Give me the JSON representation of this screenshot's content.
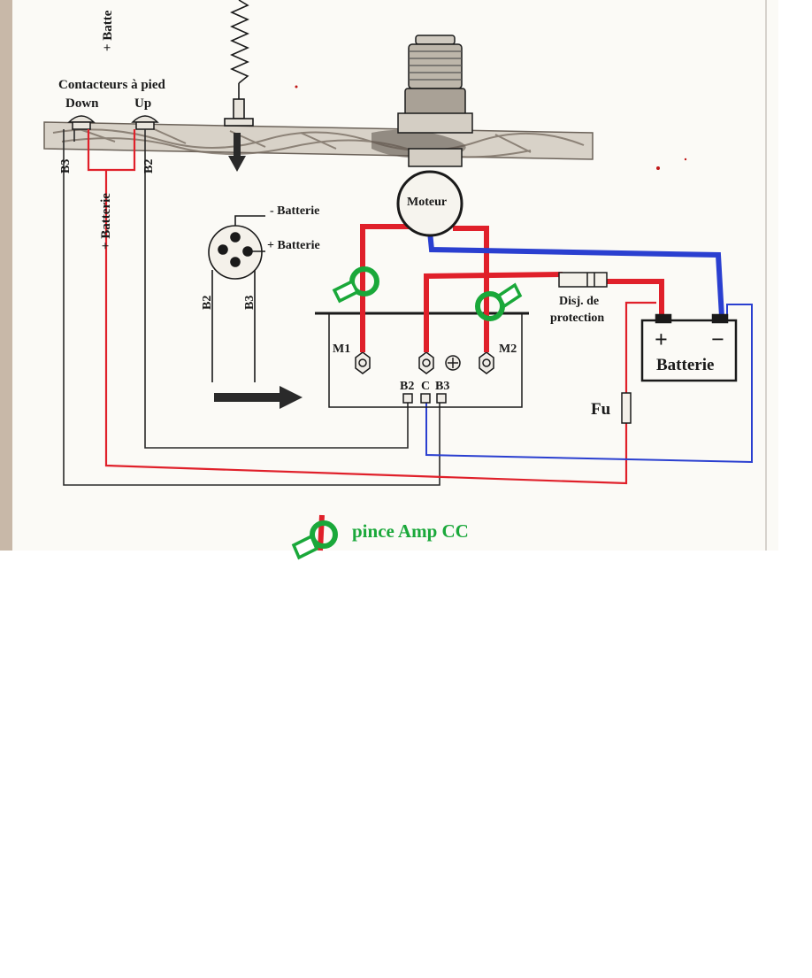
{
  "labels": {
    "battery_top": "+ Batte",
    "foot_switches": "Contacteurs à pied",
    "down": "Down",
    "up": "Up",
    "b3_left": "B3",
    "b2_left": "B2",
    "battery_plus_vertical": "+ Batterie",
    "battery_minus": "- Batterie",
    "battery_plus": "+ Batterie",
    "conn_b2": "B2",
    "conn_b3": "B3",
    "motor": "Moteur",
    "m1": "M1",
    "m2": "M2",
    "term_b2": "B2",
    "term_c": "C",
    "term_b3": "B3",
    "breaker_line1": "Disj. de",
    "breaker_line2": "protection",
    "battery_box": "Batterie",
    "plus_sign": "+",
    "minus_sign": "−",
    "fuse": "Fu",
    "legend": "pince Amp  CC"
  },
  "colors": {
    "red_wire": "#e0202a",
    "blue_wire": "#2a3fd0",
    "green_clamp": "#1aa83a",
    "ink": "#1a1a1a"
  },
  "icons": [
    "ammeter-clamp-icon",
    "down-arrow-icon",
    "right-arrow-icon",
    "motor-icon",
    "battery-icon",
    "fuse-icon"
  ]
}
